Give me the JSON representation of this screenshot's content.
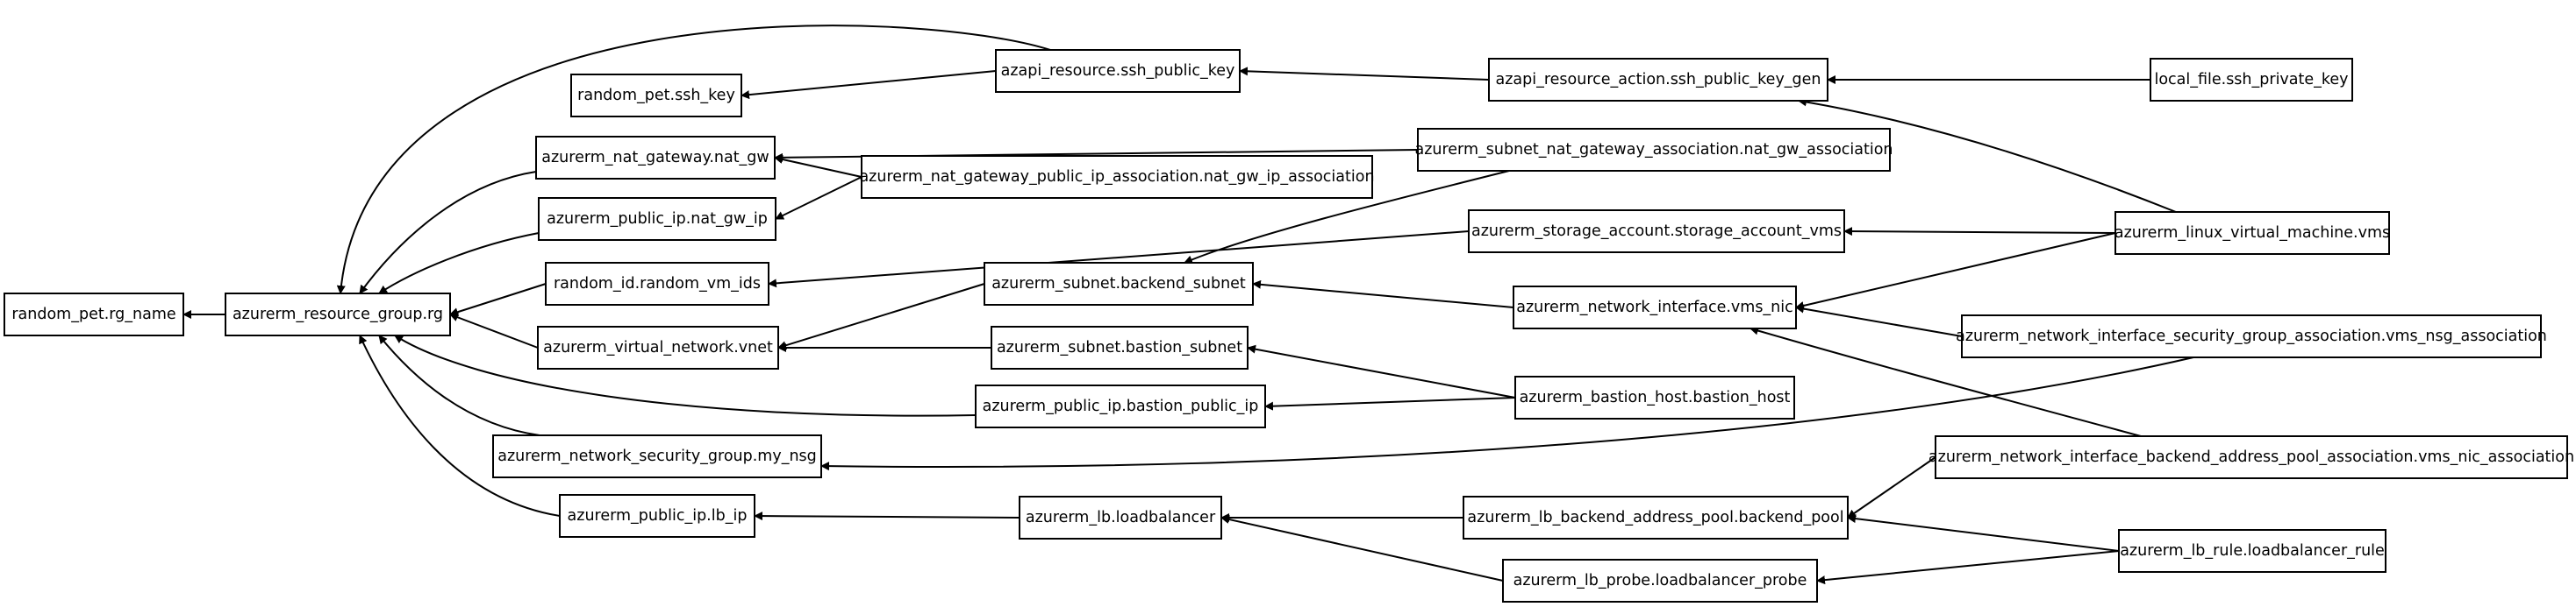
{
  "nodes": [
    {
      "id": "n_rg_name",
      "label": "random_pet.rg_name"
    },
    {
      "id": "n_rg",
      "label": "azurerm_resource_group.rg"
    },
    {
      "id": "n_ssh_key",
      "label": "random_pet.ssh_key"
    },
    {
      "id": "n_ssh_pub",
      "label": "azapi_resource.ssh_public_key"
    },
    {
      "id": "n_ssh_gen",
      "label": "azapi_resource_action.ssh_public_key_gen"
    },
    {
      "id": "n_local_file",
      "label": "local_file.ssh_private_key"
    },
    {
      "id": "n_nat_gw",
      "label": "azurerm_nat_gateway.nat_gw"
    },
    {
      "id": "n_nat_ip_assoc",
      "label": "azurerm_nat_gateway_public_ip_association.nat_gw_ip_association"
    },
    {
      "id": "n_subnet_nat_assoc",
      "label": "azurerm_subnet_nat_gateway_association.nat_gw_association"
    },
    {
      "id": "n_nat_gw_ip",
      "label": "azurerm_public_ip.nat_gw_ip"
    },
    {
      "id": "n_storage",
      "label": "azurerm_storage_account.storage_account_vms"
    },
    {
      "id": "n_vms",
      "label": "azurerm_linux_virtual_machine.vms"
    },
    {
      "id": "n_random_id",
      "label": "random_id.random_vm_ids"
    },
    {
      "id": "n_backend_subnet",
      "label": "azurerm_subnet.backend_subnet"
    },
    {
      "id": "n_nic",
      "label": "azurerm_network_interface.vms_nic"
    },
    {
      "id": "n_vnet",
      "label": "azurerm_virtual_network.vnet"
    },
    {
      "id": "n_bastion_subnet",
      "label": "azurerm_subnet.bastion_subnet"
    },
    {
      "id": "n_nic_nsg_assoc",
      "label": "azurerm_network_interface_security_group_association.vms_nsg_association"
    },
    {
      "id": "n_bastion_ip",
      "label": "azurerm_public_ip.bastion_public_ip"
    },
    {
      "id": "n_bastion_host",
      "label": "azurerm_bastion_host.bastion_host"
    },
    {
      "id": "n_nsg",
      "label": "azurerm_network_security_group.my_nsg"
    },
    {
      "id": "n_nic_pool_assoc",
      "label": "azurerm_network_interface_backend_address_pool_association.vms_nic_association"
    },
    {
      "id": "n_lb_ip",
      "label": "azurerm_public_ip.lb_ip"
    },
    {
      "id": "n_lb",
      "label": "azurerm_lb.loadbalancer"
    },
    {
      "id": "n_pool",
      "label": "azurerm_lb_backend_address_pool.backend_pool"
    },
    {
      "id": "n_lb_rule",
      "label": "azurerm_lb_rule.loadbalancer_rule"
    },
    {
      "id": "n_probe",
      "label": "azurerm_lb_probe.loadbalancer_probe"
    }
  ],
  "edges": [
    {
      "from": "n_rg",
      "to": "n_rg_name"
    },
    {
      "from": "n_ssh_pub",
      "to": "n_ssh_key"
    },
    {
      "from": "n_ssh_pub",
      "to": "n_rg"
    },
    {
      "from": "n_ssh_gen",
      "to": "n_ssh_pub"
    },
    {
      "from": "n_local_file",
      "to": "n_ssh_gen"
    },
    {
      "from": "n_vms",
      "to": "n_ssh_gen"
    },
    {
      "from": "n_nat_gw",
      "to": "n_rg"
    },
    {
      "from": "n_nat_ip_assoc",
      "to": "n_nat_gw"
    },
    {
      "from": "n_subnet_nat_assoc",
      "to": "n_nat_gw"
    },
    {
      "from": "n_nat_ip_assoc",
      "to": "n_nat_gw_ip"
    },
    {
      "from": "n_nat_gw_ip",
      "to": "n_rg"
    },
    {
      "from": "n_storage",
      "to": "n_random_id"
    },
    {
      "from": "n_vms",
      "to": "n_storage"
    },
    {
      "from": "n_random_id",
      "to": "n_rg"
    },
    {
      "from": "n_subnet_nat_assoc",
      "to": "n_backend_subnet"
    },
    {
      "from": "n_backend_subnet",
      "to": "n_vnet"
    },
    {
      "from": "n_nic",
      "to": "n_backend_subnet"
    },
    {
      "from": "n_vms",
      "to": "n_nic"
    },
    {
      "from": "n_nic_nsg_assoc",
      "to": "n_nic"
    },
    {
      "from": "n_nic_pool_assoc",
      "to": "n_nic"
    },
    {
      "from": "n_vnet",
      "to": "n_rg"
    },
    {
      "from": "n_bastion_subnet",
      "to": "n_vnet"
    },
    {
      "from": "n_bastion_host",
      "to": "n_bastion_subnet"
    },
    {
      "from": "n_bastion_host",
      "to": "n_bastion_ip"
    },
    {
      "from": "n_bastion_ip",
      "to": "n_rg"
    },
    {
      "from": "n_nic_nsg_assoc",
      "to": "n_nsg"
    },
    {
      "from": "n_nsg",
      "to": "n_rg"
    },
    {
      "from": "n_lb_ip",
      "to": "n_rg"
    },
    {
      "from": "n_lb",
      "to": "n_lb_ip"
    },
    {
      "from": "n_pool",
      "to": "n_lb"
    },
    {
      "from": "n_probe",
      "to": "n_lb"
    },
    {
      "from": "n_nic_pool_assoc",
      "to": "n_pool"
    },
    {
      "from": "n_lb_rule",
      "to": "n_pool"
    },
    {
      "from": "n_lb_rule",
      "to": "n_probe"
    }
  ]
}
